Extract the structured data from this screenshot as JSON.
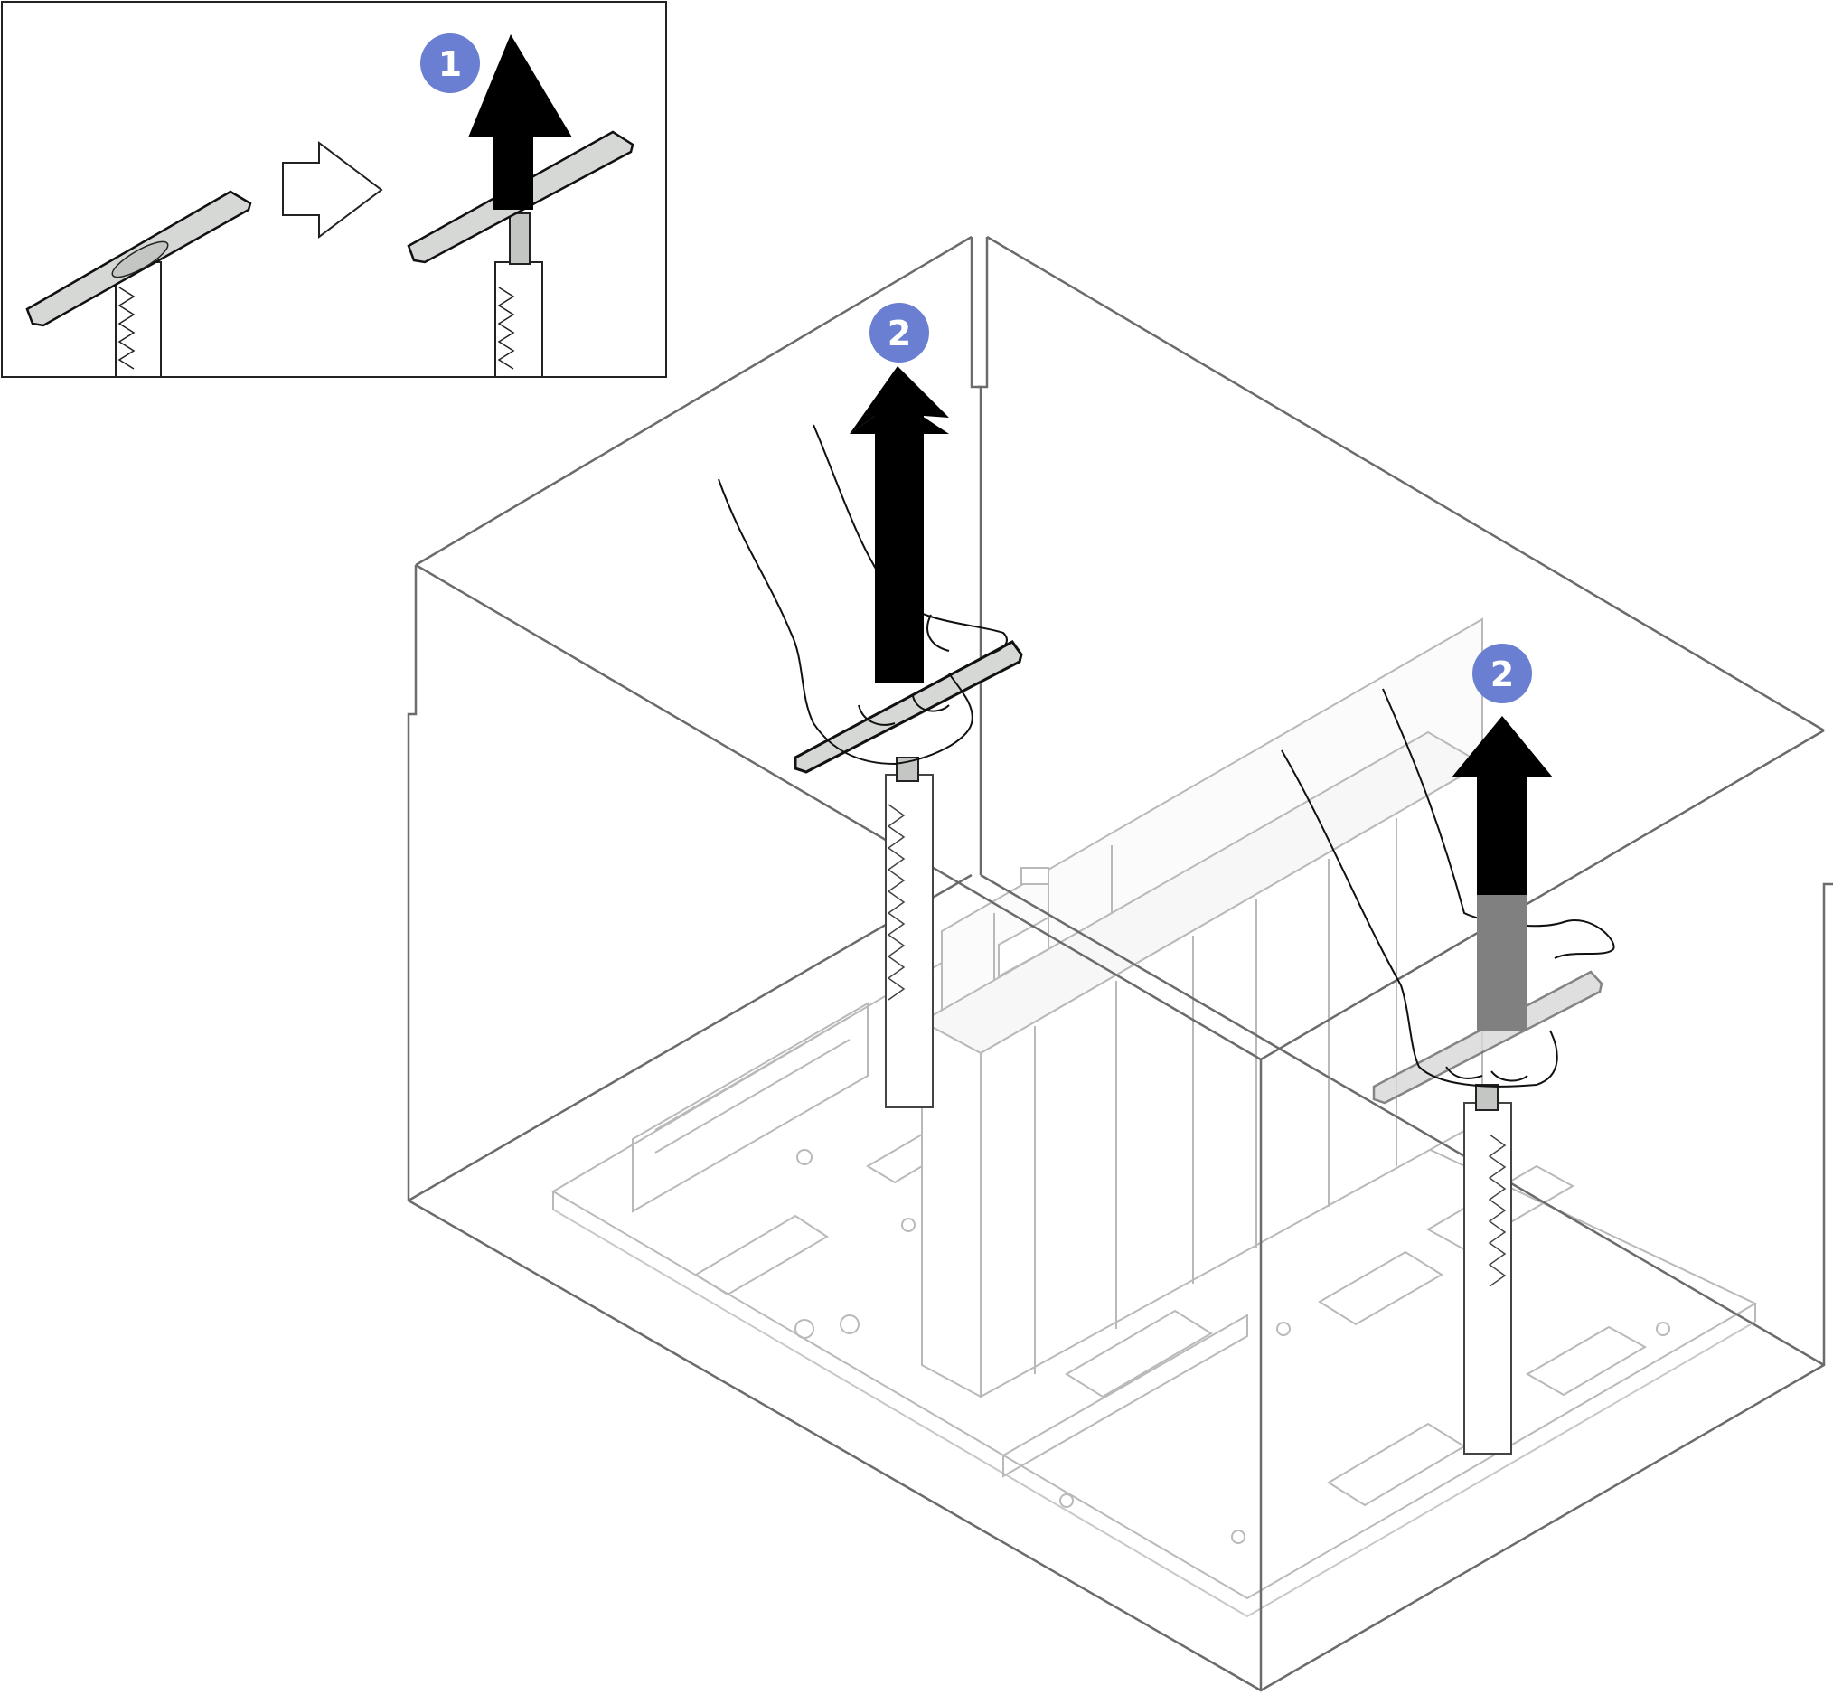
{
  "colors": {
    "callout": "#6a7fd1",
    "arrow": "#000000",
    "arrow_faded": "#808080",
    "outline": "#6b6b6b",
    "handle_fill": "#d6d8d6",
    "part_line": "#b9b9b9",
    "line": "#222222"
  },
  "inset": {
    "callout": {
      "label": "1",
      "icon": "numbered-callout"
    },
    "step_arrow_icon": "outline-right-arrow",
    "lift_arrow_icon": "up-arrow"
  },
  "main": {
    "callouts": [
      {
        "label": "2",
        "icon": "numbered-callout"
      },
      {
        "label": "2",
        "icon": "numbered-callout"
      }
    ],
    "lift_arrow_icons": [
      "up-arrow",
      "up-arrow"
    ],
    "parts": [
      "release-handle",
      "release-handle",
      "system-board",
      "gpu-modules"
    ]
  }
}
